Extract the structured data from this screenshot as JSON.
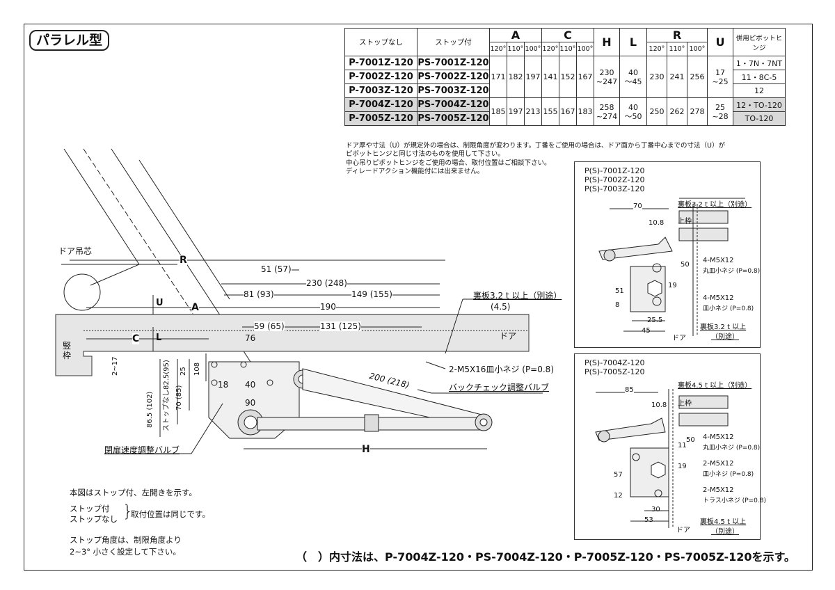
{
  "title": "パラレル型",
  "table": {
    "headers": {
      "no_stop": "ストップなし",
      "stop": "ストップ付",
      "A": "A",
      "C": "C",
      "H": "H",
      "L": "L",
      "R": "R",
      "U": "U",
      "hinge": "併用ピボットヒンジ"
    },
    "angles": [
      "120°",
      "110°",
      "100°"
    ],
    "rows": [
      {
        "p": "P-7001Z-120",
        "ps": "PS-7001Z-120",
        "hinge": "1・7N・7NT"
      },
      {
        "p": "P-7002Z-120",
        "ps": "PS-7002Z-120",
        "hinge": "11・8C-5"
      },
      {
        "p": "P-7003Z-120",
        "ps": "PS-7003Z-120",
        "hinge": "12"
      },
      {
        "p": "P-7004Z-120",
        "ps": "PS-7004Z-120",
        "hinge": "12・TO-120"
      },
      {
        "p": "P-7005Z-120",
        "ps": "PS-7005Z-120",
        "hinge": "TO-120"
      }
    ],
    "group1": {
      "a120": "171",
      "a110": "182",
      "a100": "197",
      "c120": "141",
      "c110": "152",
      "c100": "167",
      "h": "230\n~247",
      "l": "40\n～45",
      "r120": "230",
      "r110": "241",
      "r100": "256",
      "u": "17\n~25"
    },
    "group2": {
      "a120": "185",
      "a110": "197",
      "a100": "213",
      "c120": "155",
      "c110": "167",
      "c100": "183",
      "h": "258\n~274",
      "l": "40\n～50",
      "r120": "250",
      "r110": "262",
      "r100": "278",
      "u": "25\n~28"
    }
  },
  "notes": [
    "ドア厚や寸法（U）が規定外の場合は、制限角度が変わります。丁番をご使用の場合は、ドア面から丁番中心までの寸法（U）が",
    "ピボットヒンジと同じ寸法のものを使用して下さい。",
    "中心吊りピボットヒンジをご使用の場合、取付位置はご相談下さい。",
    "ディレードアクション機能付には出来ません。"
  ],
  "main": {
    "door_pivot": "ドア吊芯",
    "R": "R",
    "A": "A",
    "C": "C",
    "L": "L",
    "U": "U",
    "H": "H",
    "d51": "51 (57)",
    "d230": "230 (248)",
    "d81": "81 (93)",
    "d149": "149 (155)",
    "d190": "190",
    "d59": "59 (65)",
    "d131": "131 (125)",
    "d76": "76",
    "d18": "18",
    "d40": "40",
    "d90": "90",
    "d25": "25",
    "d108": "108",
    "d2_17": "2~17",
    "d86": "86.5 (102)",
    "d82": "ストップなし82.5(95)",
    "d70": "70 (85)",
    "d200": "200 (218)",
    "back_plate": "裏板3.2 t 以上（別途）",
    "back_plate_sub": "(4.5)",
    "door": "ドア",
    "frame": "竪枠",
    "screw": "2-M5X16皿小ネジ (P=0.8)",
    "backcheck": "バックチェック調整バルブ",
    "closing": "閉扉速度調整バルブ"
  },
  "detail1": {
    "models": [
      "P(S)-7001Z-120",
      "P(S)-7002Z-120",
      "P(S)-7003Z-120"
    ],
    "d70": "70",
    "plate": "裏板3.2 t 以上（別途）",
    "d108": "10.8",
    "top_frame": "上枠",
    "screw1": "4-M5X12",
    "screw1b": "丸皿小ネジ (P=0.8)",
    "screw2": "4-M5X12",
    "screw2b": "皿小ネジ (P=0.8)",
    "d50": "50",
    "d51": "51",
    "d19": "19",
    "d8": "8",
    "d25": "25.5",
    "d45": "45",
    "door": "ドア",
    "plate2": "裏板3.2 t 以上",
    "plate2b": "（別途）"
  },
  "detail2": {
    "models": [
      "P(S)-7004Z-120",
      "P(S)-7005Z-120"
    ],
    "d85": "85",
    "plate": "裏板4.5 t 以上（別途）",
    "d108": "10.8",
    "top_frame": "上枠",
    "screw1": "4-M5X12",
    "screw1b": "丸皿小ネジ (P=0.8)",
    "screw2": "2-M5X12",
    "screw2b": "皿小ネジ (P=0.8)",
    "screw3": "2-M5X12",
    "screw3b": "トラス小ネジ (P=0.8)",
    "d50": "50",
    "d11": "11",
    "d19": "19",
    "d57": "57",
    "d12": "12",
    "d30": "30",
    "d53": "53",
    "door": "ドア",
    "plate2": "裏板4.5 t 以上",
    "plate2b": "（別途）"
  },
  "bottom_notes": {
    "line1": "本図はストップ付、左開きを示す。",
    "stop_with": "ストップ付",
    "stop_without": "ストップなし",
    "same": "取付位置は同じです。",
    "line3": "ストップ角度は、制限角度より",
    "line4": "2~3° 小さく設定して下さい。"
  },
  "footer": "（　）内寸法は、P-7004Z-120・PS-7004Z-120・P-7005Z-120・PS-7005Z-120を示す。"
}
